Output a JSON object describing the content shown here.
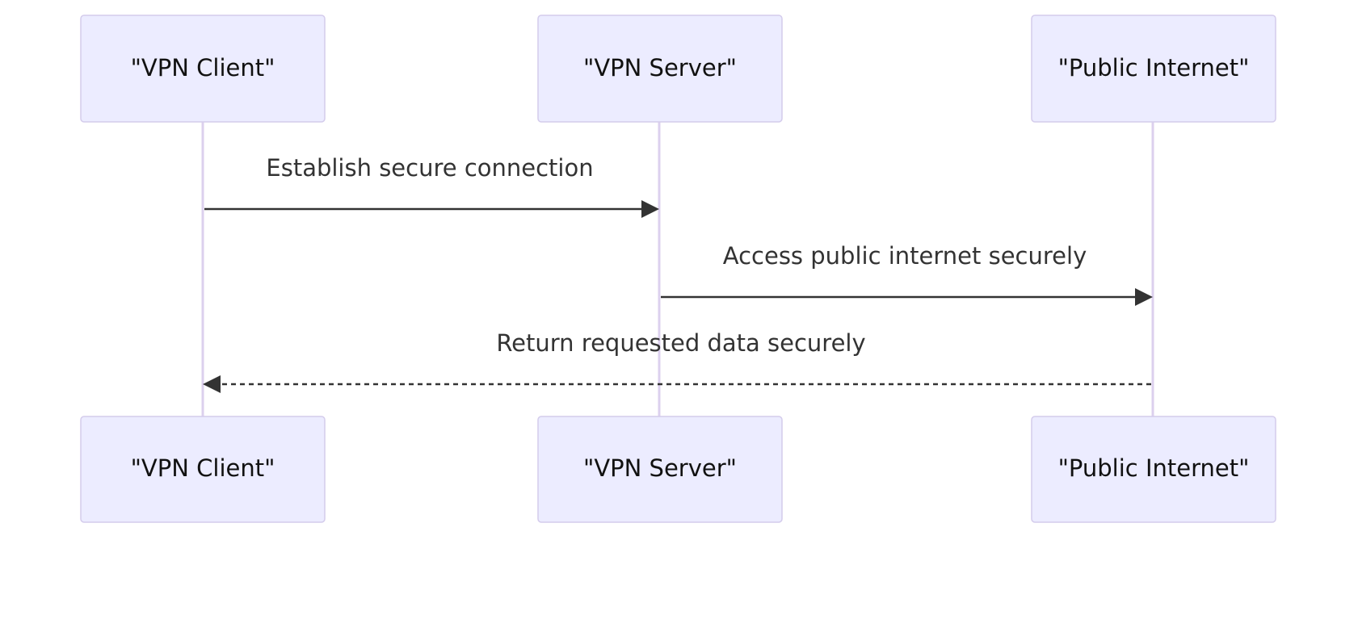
{
  "actors": [
    {
      "id": "client",
      "label": "\"VPN Client\""
    },
    {
      "id": "server",
      "label": "\"VPN Server\""
    },
    {
      "id": "internet",
      "label": "\"Public Internet\""
    }
  ],
  "messages": [
    {
      "from": "client",
      "to": "server",
      "text": "Establish secure connection",
      "style": "solid"
    },
    {
      "from": "server",
      "to": "internet",
      "text": "Access public internet securely",
      "style": "solid"
    },
    {
      "from": "internet",
      "to": "client",
      "text": "Return requested data securely",
      "style": "dashed"
    }
  ],
  "colors": {
    "actor_fill": "#ececff",
    "actor_border": "#d4ccec",
    "lifeline": "#dcd0ee",
    "message": "#333333"
  }
}
